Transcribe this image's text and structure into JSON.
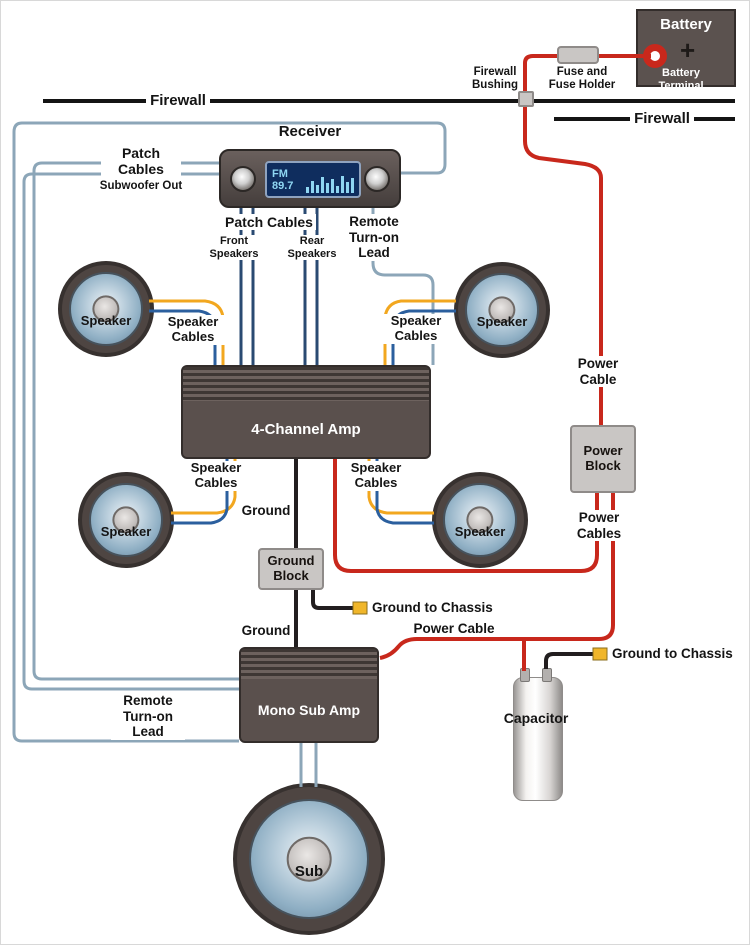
{
  "colors": {
    "power_wire": "#c8281c",
    "ground_wire": "#221e1f",
    "speaker_wire_blue": "#2b5f9e",
    "speaker_wire_yellow": "#f2a71f",
    "signal_wire": "#8ca6b8",
    "patch_wire": "#2a4a72",
    "terminal_yellow": "#f0b62a",
    "firewall_line": "#141414"
  },
  "battery": {
    "label": "Battery",
    "terminal_label": "Battery\nTerminal",
    "plus_sign": "+"
  },
  "fuse": {
    "label": "Fuse and\nFuse Holder"
  },
  "firewall": {
    "left_label": "Firewall",
    "right_label": "Firewall",
    "bushing_label": "Firewall\nBushing"
  },
  "receiver": {
    "label": "Receiver",
    "display_text": "FM 89.7",
    "eq_bars": [
      6,
      12,
      8,
      16,
      10,
      14,
      7,
      17,
      11,
      15
    ]
  },
  "patch_left": {
    "label": "Patch\nCables",
    "sublabel": "Subwoofer Out"
  },
  "patch_bottom": {
    "label": "Patch Cables",
    "front": "Front\nSpeakers",
    "rear": "Rear\nSpeakers"
  },
  "remote_top": {
    "label": "Remote\nTurn-on\nLead"
  },
  "remote_bottom": {
    "label": "Remote\nTurn-on\nLead"
  },
  "amp4": {
    "label": "4-Channel Amp"
  },
  "mono_amp": {
    "label": "Mono Sub Amp"
  },
  "speakers": {
    "front_left": {
      "label": "Speaker"
    },
    "front_right": {
      "label": "Speaker"
    },
    "rear_left": {
      "label": "Speaker"
    },
    "rear_right": {
      "label": "Speaker"
    },
    "sub": {
      "label": "Sub"
    }
  },
  "speaker_cables": {
    "front_left": "Speaker\nCables",
    "front_right": "Speaker\nCables",
    "rear_left": "Speaker\nCables",
    "rear_right": "Speaker\nCables"
  },
  "power": {
    "cable_label": "Power\nCable",
    "block_label": "Power\nBlock",
    "cables_label": "Power\nCables",
    "bottom_cable_label": "Power Cable"
  },
  "ground": {
    "upper_label": "Ground",
    "block_label": "Ground\nBlock",
    "chassis_mid_label": "Ground to Chassis",
    "lower_label": "Ground",
    "chassis_right_label": "Ground to Chassis"
  },
  "capacitor": {
    "label": "Capacitor"
  }
}
